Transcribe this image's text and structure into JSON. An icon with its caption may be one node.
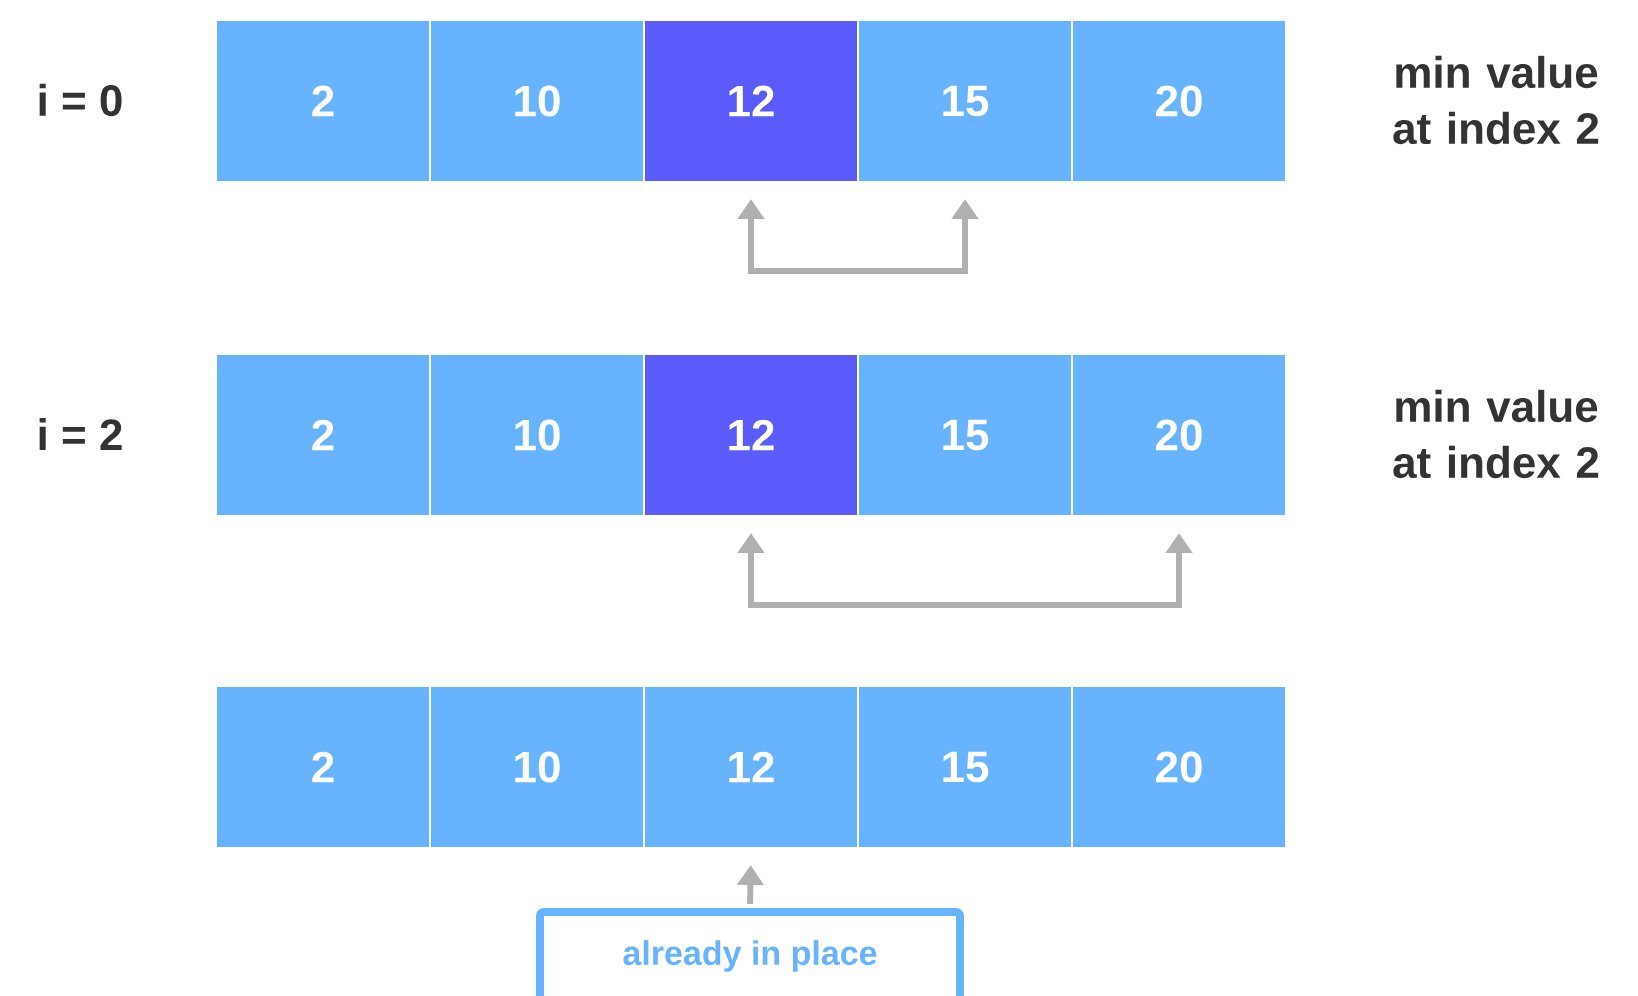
{
  "diagram": {
    "nodes": [
      {
        "text": [
          "2"
        ]
      },
      {
        "text": [
          "10"
        ]
      },
      {
        "text": [
          "12"
        ]
      },
      {
        "text": [
          "15"
        ]
      },
      {
        "text": [
          "20"
        ]
      },
      {
        "text": [
          "2"
        ]
      },
      {
        "text": [
          "10"
        ]
      },
      {
        "text": [
          "12"
        ]
      },
      {
        "text": [
          "15"
        ]
      },
      {
        "text": [
          "20"
        ]
      },
      {
        "text": [
          "2"
        ]
      },
      {
        "text": [
          "10"
        ]
      },
      {
        "text": [
          "12"
        ]
      },
      {
        "text": [
          "15"
        ]
      },
      {
        "text": [
          "20"
        ]
      },
      {
        "text": [
          "already in place"
        ]
      }
    ],
    "edges": [
      {
        "from": 2,
        "to": 3,
        "arrow": "both"
      },
      {
        "from": 7,
        "to": 9,
        "arrow": "both"
      },
      {
        "from": 15,
        "to": 12,
        "arrow": "to"
      }
    ],
    "labels": [
      "i = 0",
      "min value at index 2",
      "i = 2",
      "min value at index 2"
    ]
  }
}
